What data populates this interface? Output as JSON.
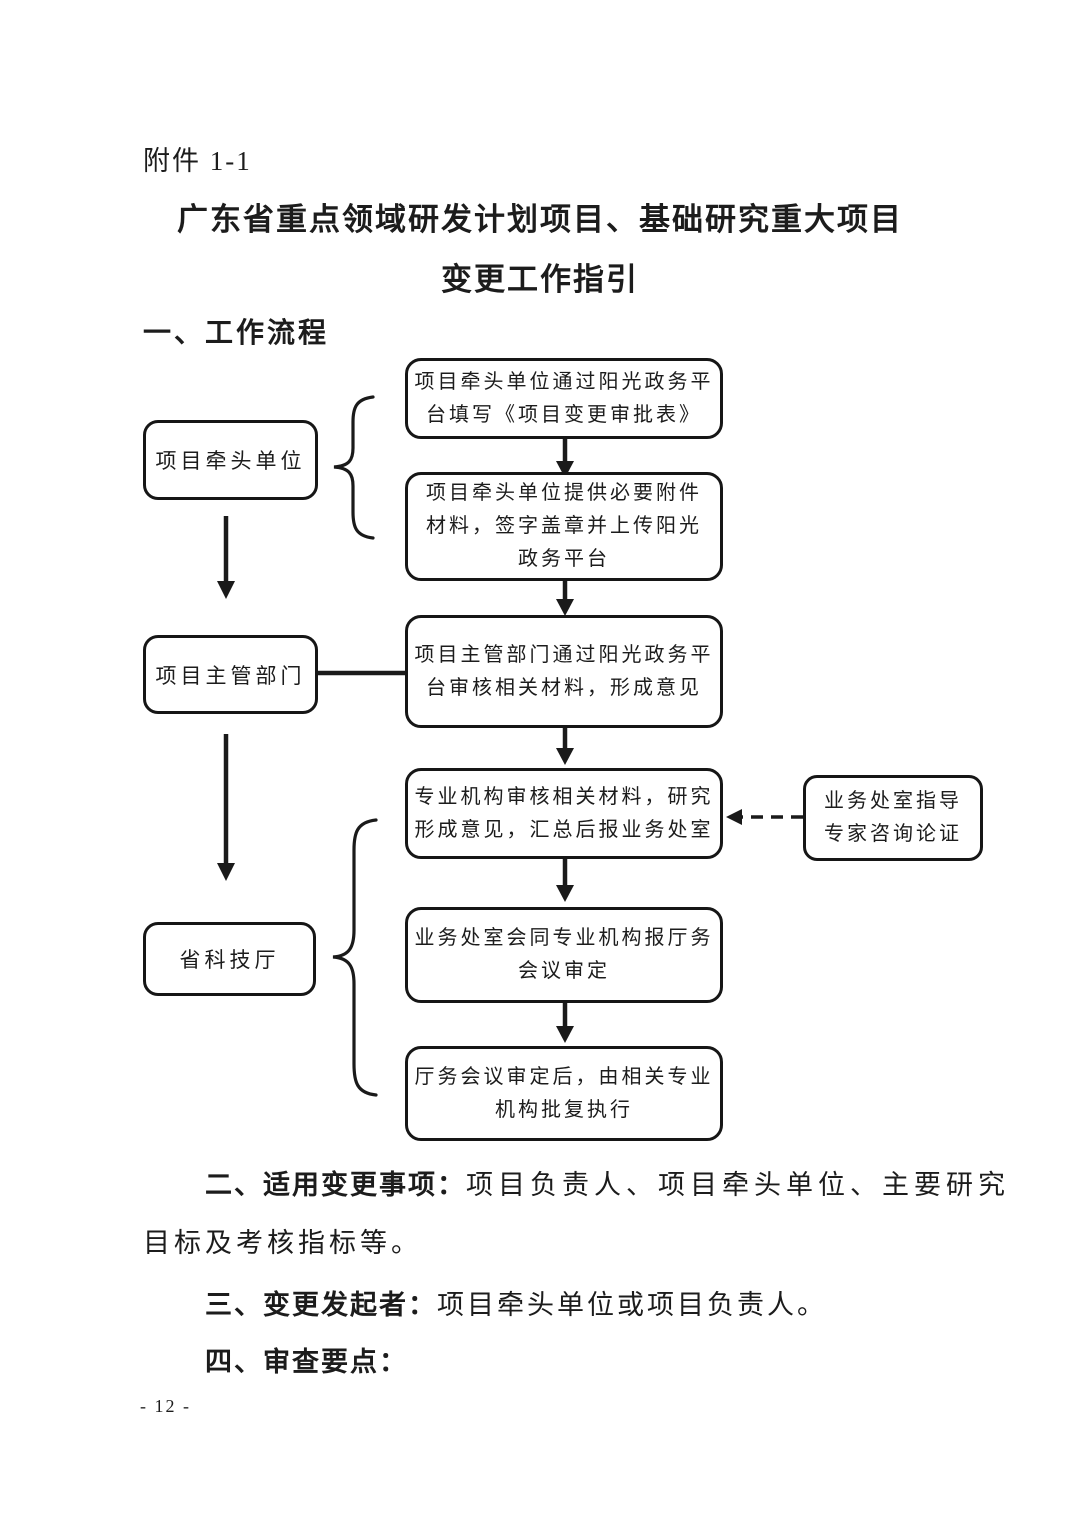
{
  "header": {
    "attachment_label": "附件 1-1",
    "title_line1": "广东省重点领域研发计划项目、基础研究重大项目",
    "title_line2": "变更工作指引"
  },
  "sections": {
    "one": {
      "heading": "一、工作流程"
    },
    "two": {
      "label": "二、适用变更事项：",
      "line1_rest": "项目负责人、项目牵头单位、主要研究",
      "line2": "目标及考核指标等。"
    },
    "three": {
      "label": "三、变更发起者：",
      "text": "项目牵头单位或项目负责人。"
    },
    "four": {
      "label": "四、审查要点："
    }
  },
  "flowchart": {
    "roles": [
      {
        "label": "项目牵头单位"
      },
      {
        "label": "项目主管部门"
      },
      {
        "label": "省科技厅"
      }
    ],
    "steps": [
      {
        "text": "项目牵头单位通过阳光政务平\n台填写《项目变更审批表》"
      },
      {
        "text": "项目牵头单位提供必要附件\n材料，签字盖章并上传阳光\n政务平台"
      },
      {
        "text": "项目主管部门通过阳光政务平\n台审核相关材料，形成意见"
      },
      {
        "text": "专业机构审核相关材料，研究\n形成意见，汇总后报业务处室"
      },
      {
        "text": "业务处室会同专业机构报厅务\n会议审定"
      },
      {
        "text": "厅务会议审定后，由相关专业\n机构批复执行"
      }
    ],
    "side_note": {
      "text": "业务处室指导\n专家咨询论证"
    }
  },
  "footer": {
    "page_number": "- 12 -"
  }
}
